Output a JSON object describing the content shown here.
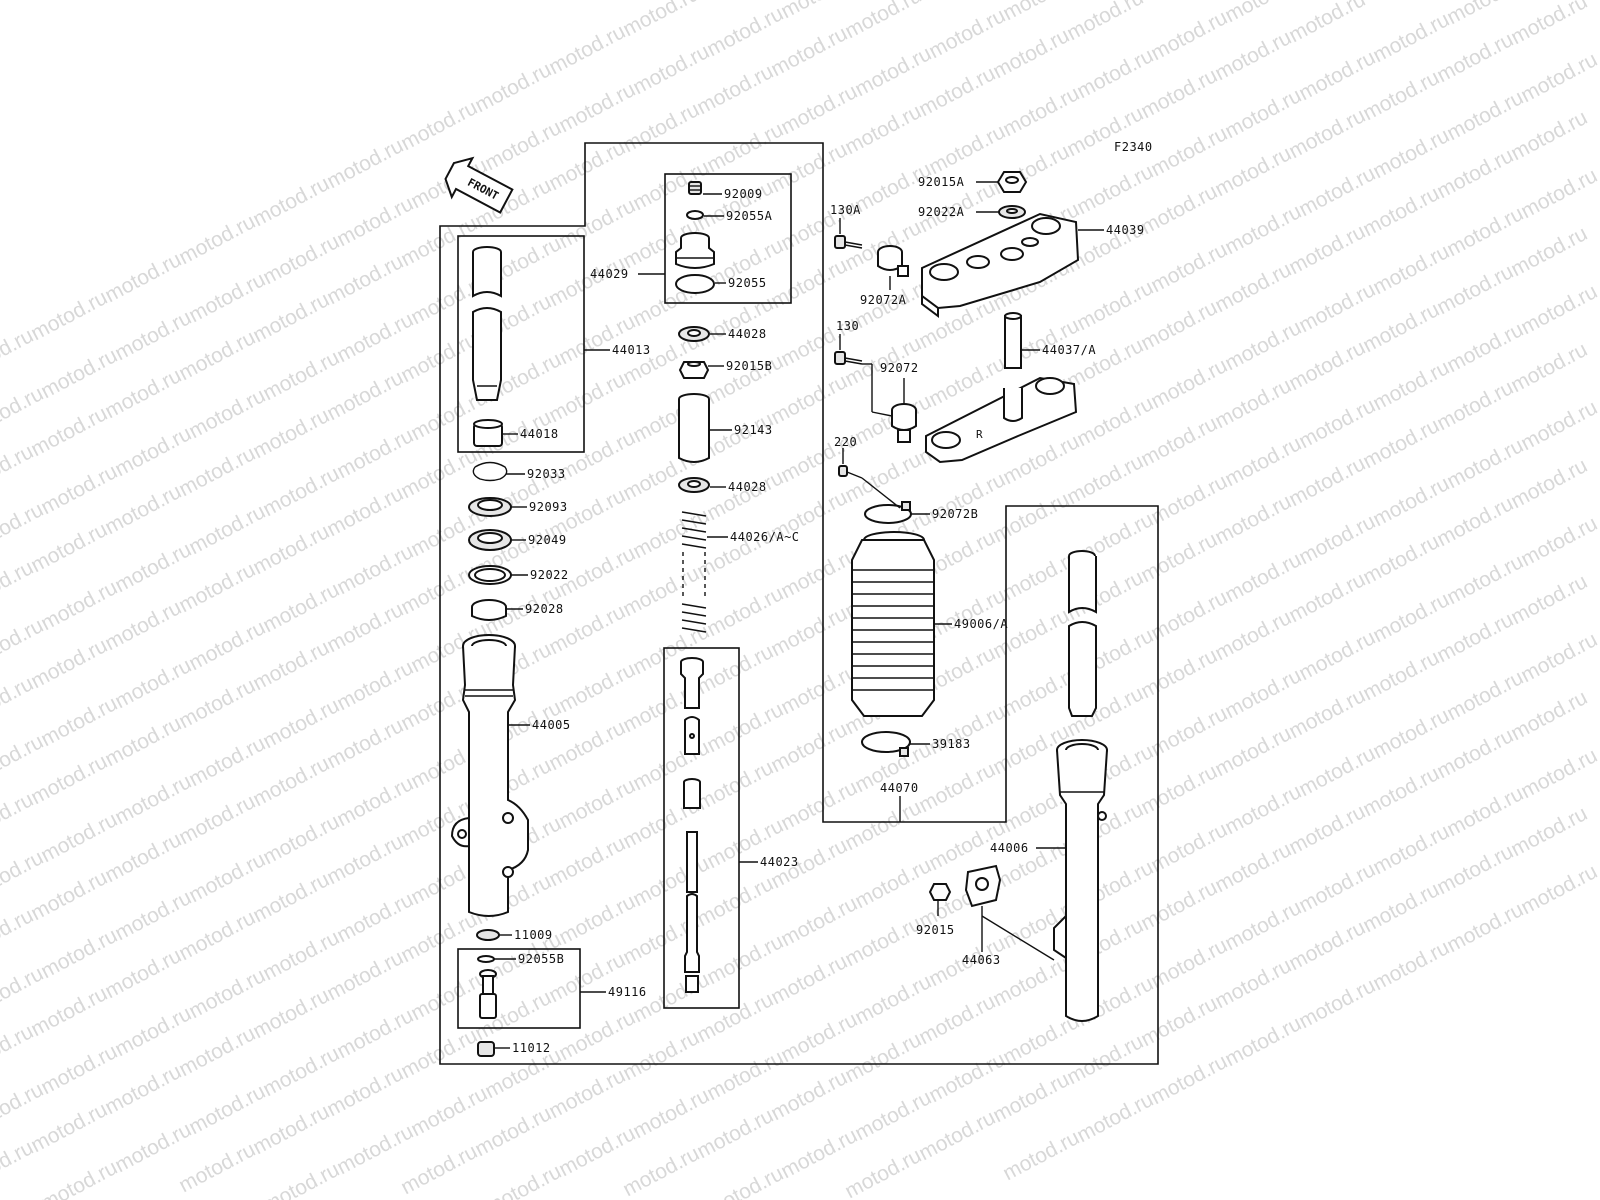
{
  "watermark": {
    "text": "motod.ru"
  },
  "diagram": {
    "code": "F2340",
    "front_arrow": "FRONT",
    "labels": {
      "p92009": "92009",
      "p92055A": "92055A",
      "p44029": "44029",
      "p92055": "92055",
      "p44013": "44013",
      "p44028a": "44028",
      "p92015B": "92015B",
      "p92143": "92143",
      "p44018": "44018",
      "p44028b": "44028",
      "p92033": "92033",
      "p92093": "92093",
      "p44026": "44026/A~C",
      "p92049": "92049",
      "p92022": "92022",
      "p92028": "92028",
      "p44005": "44005",
      "p44023": "44023",
      "p11009": "11009",
      "p92055B": "92055B",
      "p49116": "49116",
      "p11012": "11012",
      "p92015A": "92015A",
      "p92022A": "92022A",
      "p130A": "130A",
      "p44039": "44039",
      "p92072A": "92072A",
      "p130": "130",
      "p44037": "44037/A",
      "p92072": "92072",
      "p220": "220",
      "p92072B": "92072B",
      "p49006": "49006/A",
      "p39183": "39183",
      "p44070": "44070",
      "p44006": "44006",
      "p92015": "92015",
      "p44063": "44063"
    }
  }
}
